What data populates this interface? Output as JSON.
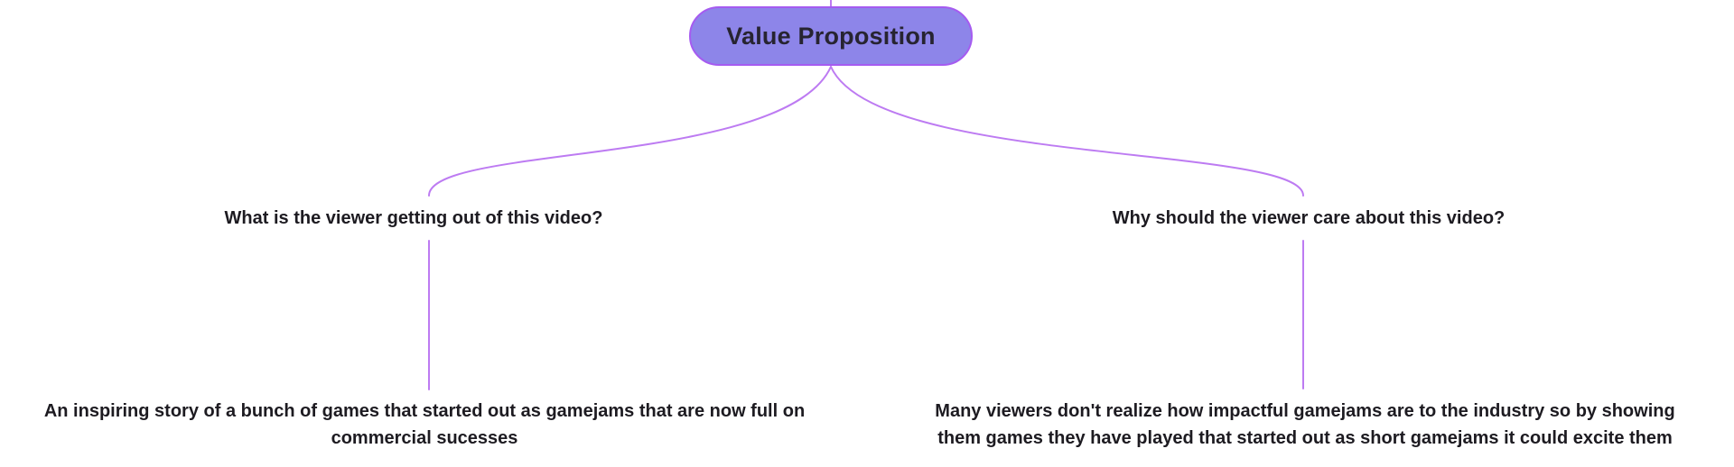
{
  "root": {
    "label": "Value Proposition"
  },
  "branches": [
    {
      "id": "left",
      "question": "What is the viewer getting out of this video?",
      "answer_lines": [
        "An inspiring story of a bunch of games that started out as gamejams that are now full on",
        "commercial sucesses"
      ]
    },
    {
      "id": "right",
      "question": "Why should the viewer care about this video?",
      "answer_lines": [
        "Many viewers don't realize how impactful gamejams are to the industry so by showing",
        "them games they have played that started out as short gamejams it could excite them"
      ]
    }
  ],
  "colors": {
    "background": "#ffffff",
    "node_fill": "#8d85e9",
    "node_border": "#a55bf0",
    "node_text": "#272431",
    "connector": "#bd7bf2",
    "text": "#1d1b21"
  }
}
